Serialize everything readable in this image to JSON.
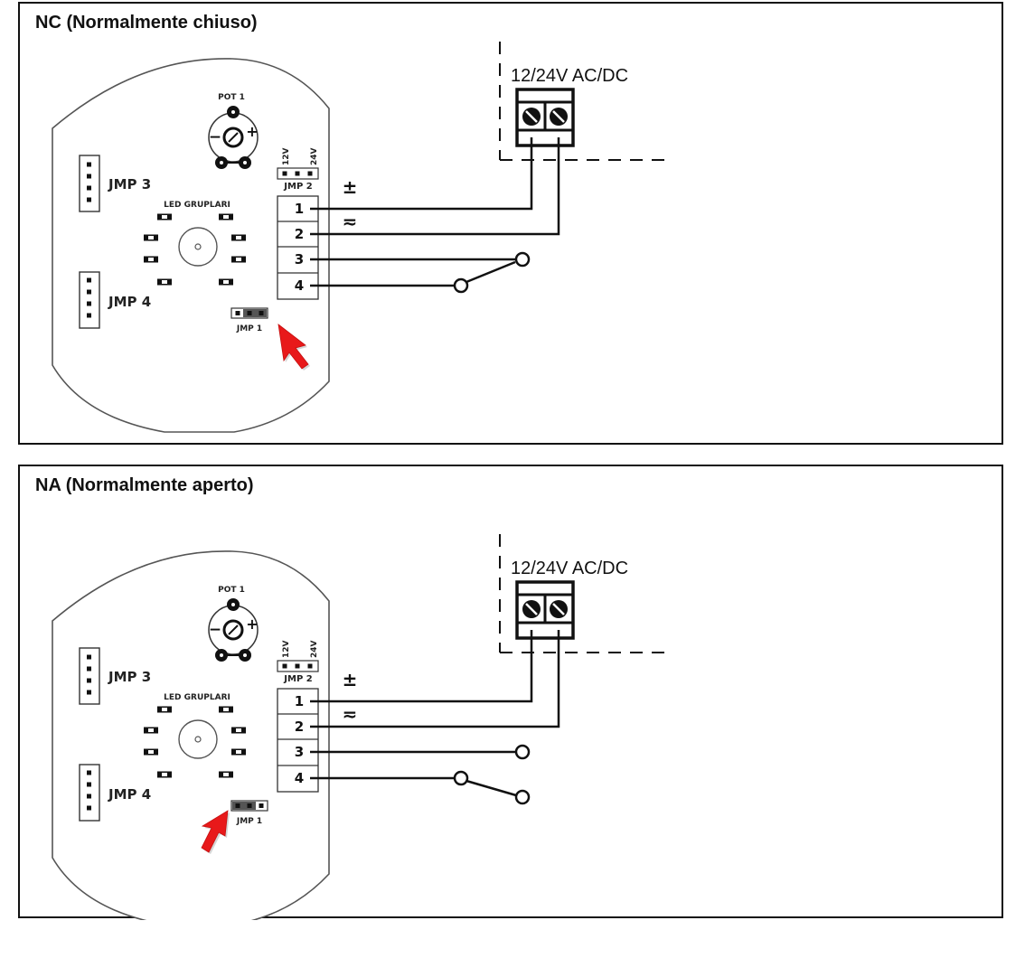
{
  "diagrams": [
    {
      "title": "NC (Normalmente chiuso)",
      "mode": "NC",
      "jmp1_bridged_pins": "2-3",
      "contact_state": "closed"
    },
    {
      "title": "NA (Normalmente aperto)",
      "mode": "NA",
      "jmp1_bridged_pins": "1-2",
      "contact_state": "open"
    }
  ],
  "board": {
    "pot_label": "POT 1",
    "pot_minus": "−",
    "pot_plus": "+",
    "jmp2_label": "JMP 2",
    "jmp2_left": "12V",
    "jmp2_right": "24V",
    "jmp3_label": "JMP 3",
    "jmp4_label": "JMP 4",
    "jmp1_label": "JMP 1",
    "led_label": "LED GRUPLARI",
    "terminals": [
      "1",
      "2",
      "3",
      "4"
    ]
  },
  "supply": {
    "label": "12/24V AC/DC",
    "plus_symbol": "±",
    "ac_symbol": "≂"
  },
  "colors": {
    "pointer": "#e8191a",
    "ink": "#111111",
    "board_outline": "#555555"
  }
}
